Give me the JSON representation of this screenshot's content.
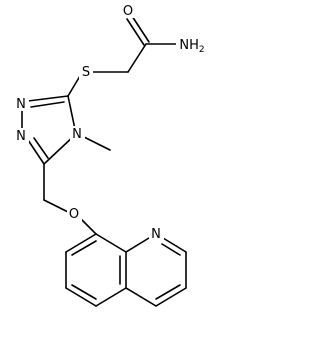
{
  "structure": {
    "atom_labels": {
      "o_carbonyl": "O",
      "nh2": "NH2",
      "s": "S",
      "n1": "N",
      "n2": "N",
      "n_methyl": "N",
      "methyl": "methyl",
      "o_ether": "O",
      "n_quinoline": "N"
    }
  },
  "colors": {
    "bond": "#000000",
    "background": "#ffffff"
  }
}
